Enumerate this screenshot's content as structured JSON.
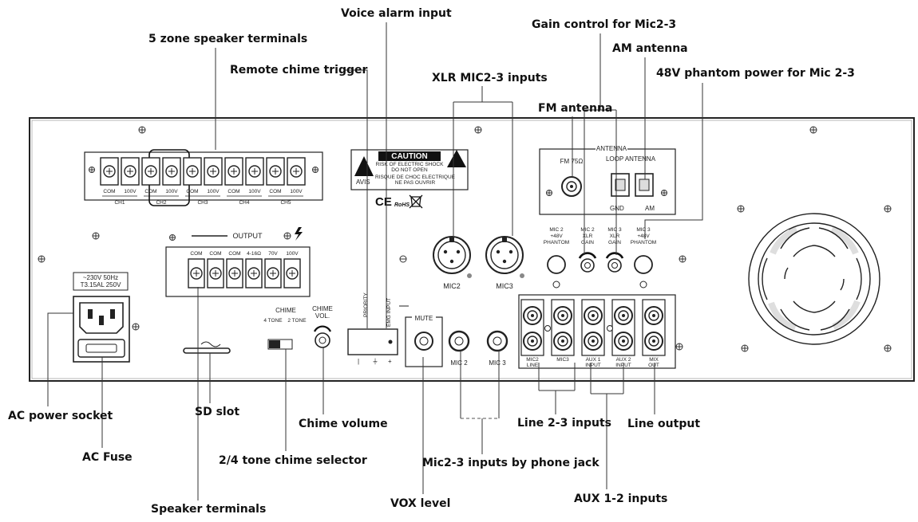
{
  "callouts": {
    "voice_alarm": "Voice alarm input",
    "gain_control": "Gain control for Mic2-3",
    "zone_speaker": "5 zone speaker terminals",
    "am_antenna": "AM antenna",
    "remote_chime": "Remote chime trigger",
    "xlr_inputs": "XLR MIC2-3 inputs",
    "phantom": "48V phantom power for Mic 2-3",
    "fm_antenna": "FM antenna",
    "ac_socket": "AC power socket",
    "sd_slot": "SD slot",
    "chime_volume": "Chime volume",
    "line23": "Line 2-3 inputs",
    "line_output": "Line output",
    "ac_fuse": "AC Fuse",
    "tone_selector": "2/4 tone  chime selector",
    "phone_jack": "Mic2-3 inputs by phone jack",
    "speaker_terminals": "Speaker terminals",
    "vox_level": "VOX level",
    "aux_inputs": "AUX 1-2 inputs"
  },
  "panel": {
    "zones": [
      {
        "com": "COM",
        "v": "100V",
        "ch": "CH1"
      },
      {
        "com": "COM",
        "v": "100V",
        "ch": "CH2"
      },
      {
        "com": "COM",
        "v": "100V",
        "ch": "CH3"
      },
      {
        "com": "COM",
        "v": "100V",
        "ch": "CH4"
      },
      {
        "com": "COM",
        "v": "100V",
        "ch": "CH5"
      }
    ],
    "caution_title": "CAUTION",
    "caution_line1": "RISK OF ELECTRIC SHOCK",
    "caution_line2": "DO NOT OPEN",
    "caution_avis": "AVIS",
    "caution_line3": "RISQUE DE CHOC ELECTRIQUE",
    "caution_line4": "NE PAS OUVRIR",
    "cert_ce": "CE",
    "cert_rohs": "RoHS",
    "antenna_title": "ANTENNA",
    "fm_label": "FM 75Ω",
    "loop_label": "LOOP ANTENNA",
    "gnd_label": "GND",
    "am_label": "AM",
    "output_title": "OUTPUT",
    "output_terminals": [
      "COM",
      "COM",
      "COM",
      "4-16Ω",
      "70V",
      "100V"
    ],
    "power_rating_1": "~230V 50Hz",
    "power_rating_2": "T3.15AL 250V",
    "chime_label": "CHIME",
    "tone4": "4 TONE",
    "tone2": "2 TONE",
    "chime_vol_1": "CHIME",
    "chime_vol_2": "VOL.",
    "priority": "PRIORITY",
    "emg_input": "EMG INPUT",
    "mute": "MUTE",
    "mic2": "MIC2",
    "mic3": "MIC3",
    "mic2_jack": "MIC 2",
    "mic3_jack": "MIC 3",
    "ctl_mic2_phantom": [
      "MIC 2",
      "+48V",
      "PHANTOM"
    ],
    "ctl_mic2_gain": [
      "MIC 2",
      "XLR",
      "GAIN"
    ],
    "ctl_mic3_gain": [
      "MIC 3",
      "XLR",
      "GAIN"
    ],
    "ctl_mic3_phantom": [
      "MIC 3",
      "+48V",
      "PHANTOM"
    ],
    "rca_labels": [
      [
        "MIC2",
        "LINE"
      ],
      [
        "MIC3",
        ""
      ],
      [
        "AUX 1",
        "INPUT"
      ],
      [
        "AUX 2",
        "INPUT"
      ],
      [
        "MIX",
        "OUT"
      ]
    ]
  }
}
